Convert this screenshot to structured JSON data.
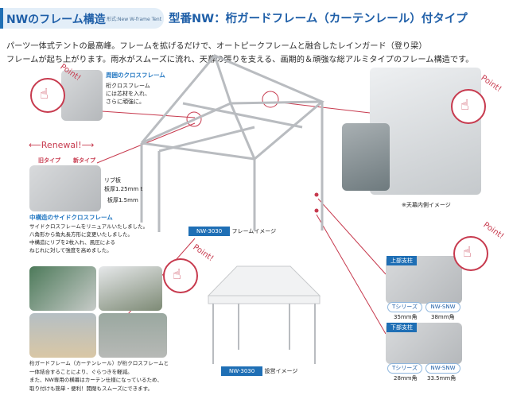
{
  "header": {
    "title": "NWのフレーム構造",
    "subtitle": "形式:New W-frame Tent",
    "model": "型番NW：桁ガードフレーム（カーテンレール）付タイプ"
  },
  "intro": [
    "パーツ一体式テントの最高峰。フレームを拡げるだけで、オートピークフレームと融合したレインガード（登り梁）",
    "フレームが起ち上がります。雨水がスムーズに流れ、天幕の張りを支える、画期的＆頑強な総アルミタイプのフレーム構造です。"
  ],
  "point_label": "Point!",
  "cross_frame": {
    "title": "周囲のクロスフレーム",
    "lines": [
      "桁クロスフレーム",
      "には芯材を入れ、",
      "さらに頑強に。"
    ]
  },
  "renewal": {
    "label": "Renewal!",
    "old": "旧タイプ",
    "new": "新タイプ",
    "rib": "リブ板",
    "rib_thickness": "板厚1.25mm t",
    "thickness": "板厚1.5mm"
  },
  "side_frame": {
    "title": "中構造のサイドクロスフレーム",
    "lines": [
      "サイドクロスフレームをリニュアルいたしました。",
      "八角形から角丸長方形に変更いたしました。",
      "中構造にリブを2枚入れ、風圧による",
      "ねじれに対して強度を高めました。"
    ]
  },
  "frame_image": {
    "model": "NW-3030",
    "caption": "フレームイメージ"
  },
  "inner_caption": "※天幕内側イメージ",
  "guard_caption": [
    "桁ガードフレーム（カーテンレール）が桁クロスフレームと",
    "一体結合することにより、ぐらつきを軽減。",
    "また、NW専用の横幕はカーテン仕様になっているため、",
    "取り付けも簡単・便利！開閉もスムーズにできます。"
  ],
  "setup_image": {
    "model": "NW-3030",
    "caption": "設営イメージ"
  },
  "columns": [
    {
      "label": "上部支柱",
      "items": [
        {
          "series": "Tシリーズ",
          "size": "35mm角"
        },
        {
          "series": "NW-SNW",
          "size": "38mm角"
        }
      ]
    },
    {
      "label": "下部支柱",
      "items": [
        {
          "series": "Tシリーズ",
          "size": "28mm角"
        },
        {
          "series": "NW-SNW",
          "size": "33.5mm角"
        }
      ]
    }
  ],
  "colors": {
    "brand": "#1f6fb5",
    "accent": "#c73a4e"
  }
}
